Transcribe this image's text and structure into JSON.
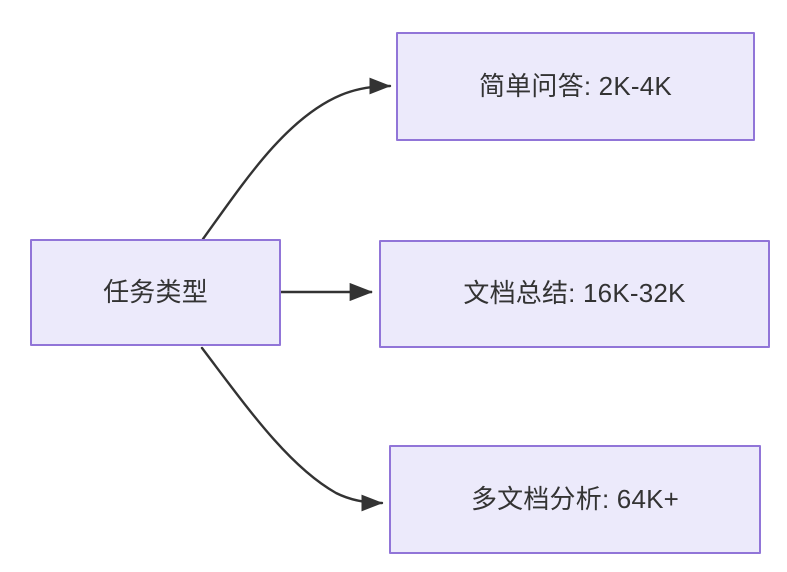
{
  "diagram": {
    "type": "flowchart",
    "direction": "left-to-right",
    "title": "",
    "background_color": "#FFFFFF",
    "node_fill_color": "#ECEAFB",
    "node_border_color": "#9175D8",
    "node_text_color": "#333333",
    "edge_color": "#333333",
    "nodes": [
      {
        "id": "source",
        "label": "任务类型"
      },
      {
        "id": "simple",
        "label": "简单问答: 2K-4K"
      },
      {
        "id": "doc",
        "label": "文档总结: 16K-32K"
      },
      {
        "id": "multidoc",
        "label": "多文档分析: 64K+"
      }
    ],
    "edges": [
      {
        "from": "source",
        "to": "simple",
        "label": "",
        "style": "curved-arrow"
      },
      {
        "from": "source",
        "to": "doc",
        "label": "",
        "style": "straight-arrow"
      },
      {
        "from": "source",
        "to": "multidoc",
        "label": "",
        "style": "curved-arrow"
      }
    ]
  }
}
